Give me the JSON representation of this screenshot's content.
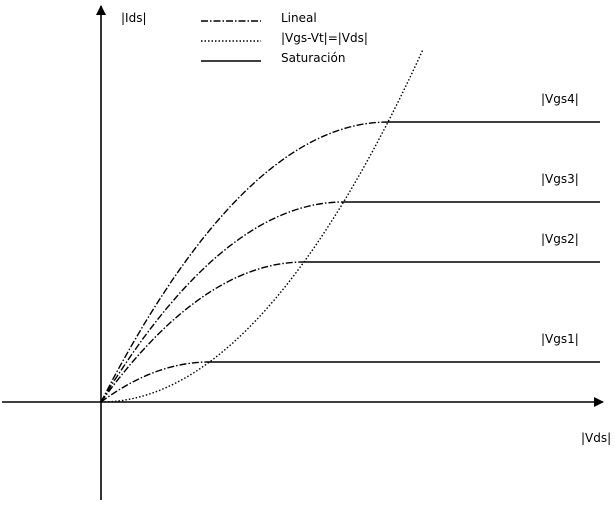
{
  "axes": {
    "y_label": "|Ids|",
    "x_label": "|Vds|"
  },
  "legend": {
    "lineal": {
      "label": "Lineal",
      "style": "dash-dot"
    },
    "boundary": {
      "label": "|Vgs-Vt|=|Vds|",
      "style": "dotted"
    },
    "saturacion": {
      "label": "Saturación",
      "style": "solid"
    }
  },
  "curves": [
    {
      "label": "|Vgs1|",
      "sat_ids": 1.0
    },
    {
      "label": "|Vgs2|",
      "sat_ids": 3.5
    },
    {
      "label": "|Vgs3|",
      "sat_ids": 5.0
    },
    {
      "label": "|Vgs4|",
      "sat_ids": 7.0
    }
  ],
  "colors": {
    "ink": "#000000",
    "background": "#ffffff"
  }
}
